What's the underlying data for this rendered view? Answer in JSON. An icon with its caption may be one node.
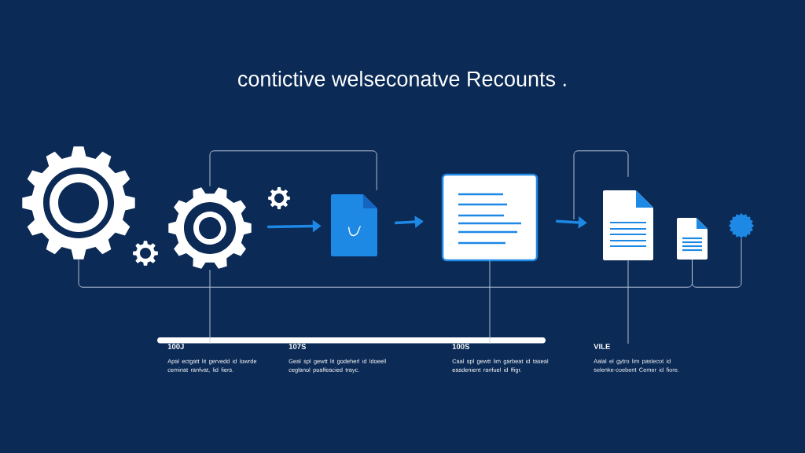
{
  "diagram": {
    "title": "contictive welseconatve Recounts .",
    "nodes": [
      {
        "text": [],
        "shape": "gear"
      },
      {
        "text": [],
        "shape": "gear"
      },
      {
        "text": [],
        "shape": "gear"
      },
      {
        "text": [],
        "shape": "gear"
      },
      {
        "text": [],
        "shape": "document"
      },
      {
        "text": [],
        "shape": "box"
      },
      {
        "text": [],
        "shape": "document"
      },
      {
        "text": [],
        "shape": "document"
      },
      {
        "text": [],
        "shape": "circle"
      },
      {
        "text": [
          "100J",
          "Apal ectgatt lit gervedd id lowrde ceminat ranfvat, lid fiers."
        ]
      },
      {
        "text": [
          "107S",
          "Geal spl gewtt lit godeherl id ldoeell ceglanol poalfeacied trayc."
        ]
      },
      {
        "text": [
          "100S",
          "Caal spl gewtt lim garbeat id taseal easdenient ranfuel id ffigr."
        ]
      },
      {
        "text": [
          "VILE",
          "Aalal el gytro lim paslecot id selenke-coebent Cemer id fiore."
        ]
      }
    ],
    "edges": [
      {
        "from": 2,
        "to": 4,
        "arrow": "none"
      },
      {
        "from": 2,
        "to": 4,
        "arrow": "to",
        "style": "thick",
        "color": "#1e88e5"
      },
      {
        "from": 4,
        "to": 5,
        "arrow": "to",
        "style": "thick",
        "color": "#1e88e5"
      },
      {
        "from": 5,
        "to": 6,
        "arrow": "to",
        "style": "thick",
        "color": "#1e88e5"
      },
      {
        "from": null,
        "to": 6,
        "arrow": "none"
      },
      {
        "from": 0,
        "to": 7,
        "arrow": "none"
      },
      {
        "from": 7,
        "to": 8,
        "arrow": "none"
      },
      {
        "from": 2,
        "to": 9,
        "arrow": "none"
      },
      {
        "from": 5,
        "to": 11,
        "arrow": "none"
      },
      {
        "from": 6,
        "to": 12,
        "arrow": "none"
      }
    ]
  }
}
